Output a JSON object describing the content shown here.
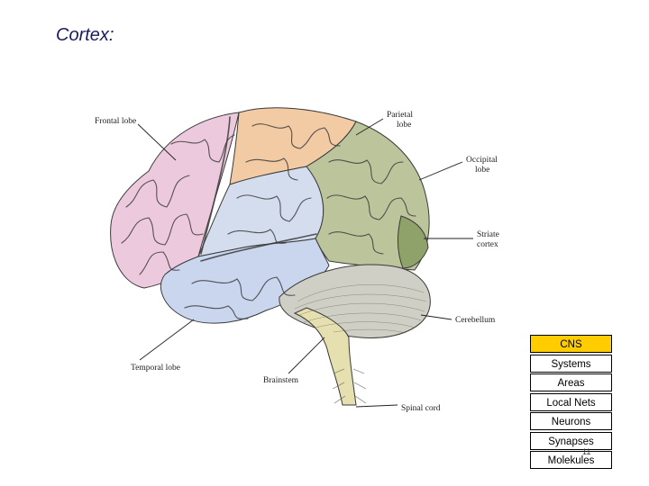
{
  "slide": {
    "title": "Cortex:",
    "page_number": "11"
  },
  "figure": {
    "labels": {
      "frontal": "Frontal lobe",
      "parietal_1": "Parietal",
      "parietal_2": "lobe",
      "occipital_1": "Occipital",
      "occipital_2": "lobe",
      "striate_1": "Striate",
      "striate_2": "cortex",
      "cerebellum": "Cerebellum",
      "temporal": "Temporal lobe",
      "brainstem": "Brainstem",
      "spinal": "Spinal cord"
    },
    "colors": {
      "frontal": "#ecc9dc",
      "parietal": "#f2caa4",
      "motor": "#d4ddee",
      "temporal": "#c9d6ee",
      "occipital": "#bcc49c",
      "striate": "#8ea26a",
      "cerebellum": "#cfcfc6",
      "brainstem": "#e6dfb0"
    }
  },
  "levels": [
    {
      "label": "CNS",
      "active": true
    },
    {
      "label": "Systems",
      "active": false
    },
    {
      "label": "Areas",
      "active": false
    },
    {
      "label": "Local Nets",
      "active": false
    },
    {
      "label": "Neurons",
      "active": false
    },
    {
      "label": "Synapses",
      "active": false
    },
    {
      "label": "Molekules",
      "active": false
    }
  ],
  "level_colors": {
    "active": "#ffcc00",
    "inactive": "#ffffff"
  }
}
